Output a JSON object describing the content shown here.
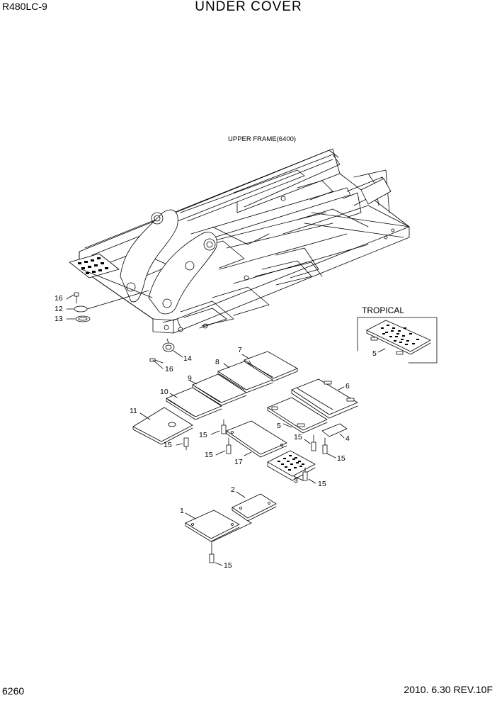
{
  "header": {
    "model": "R480LC-9",
    "title": "UNDER COVER"
  },
  "footer": {
    "page_number": "6260",
    "date_revision": "2010. 6.30  REV.10F"
  },
  "labels": {
    "upper_frame": "UPPER FRAME(6400)",
    "tropical": "TROPICAL"
  },
  "callouts": {
    "c16a": "16",
    "c12": "12",
    "c13": "13",
    "c14": "14",
    "c16b": "16",
    "c7": "7",
    "c8": "8",
    "c9": "9",
    "c10": "10",
    "c11": "11",
    "c6": "6",
    "c5": "5",
    "c4": "4",
    "c15a": "15",
    "c15b": "15",
    "c15c": "15",
    "c15d": "15",
    "c15e": "15",
    "c15f": "15",
    "c15g": "15",
    "c17": "17",
    "c3": "3",
    "c2": "2",
    "c1": "1",
    "c5t": "5"
  }
}
